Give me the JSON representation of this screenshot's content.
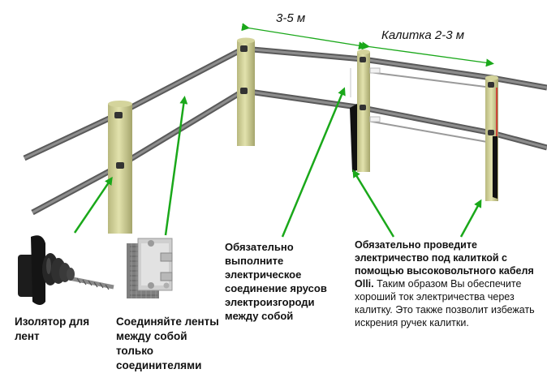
{
  "dimensions": {
    "span": "3-5 м",
    "gate": "Калитка 2-3 м"
  },
  "captions": {
    "insulator": "Изолятор для лент",
    "connectors": "Соединяйте ленты между собой только соединителями",
    "tiers": "Обязательно выполните электрическое соединение ярусов электроизгороди между собой",
    "gate_bold": "Обязательно проведите электричество под калиткой с помощью высоковольтного кабеля Olli.",
    "gate_normal": " Таким образом Вы обеспечите хороший ток электричества через калитку. Это также позволит избежать искрения ручек калитки."
  },
  "colors": {
    "arrow": "#1aa81a",
    "post": "#cfcf95",
    "post_shade": "#a9a970",
    "tape": "#6e6e6e",
    "cable": "#111111",
    "gate_wire": "#d42a2a"
  },
  "icons": [
    "insulator-icon",
    "connector-icon"
  ]
}
